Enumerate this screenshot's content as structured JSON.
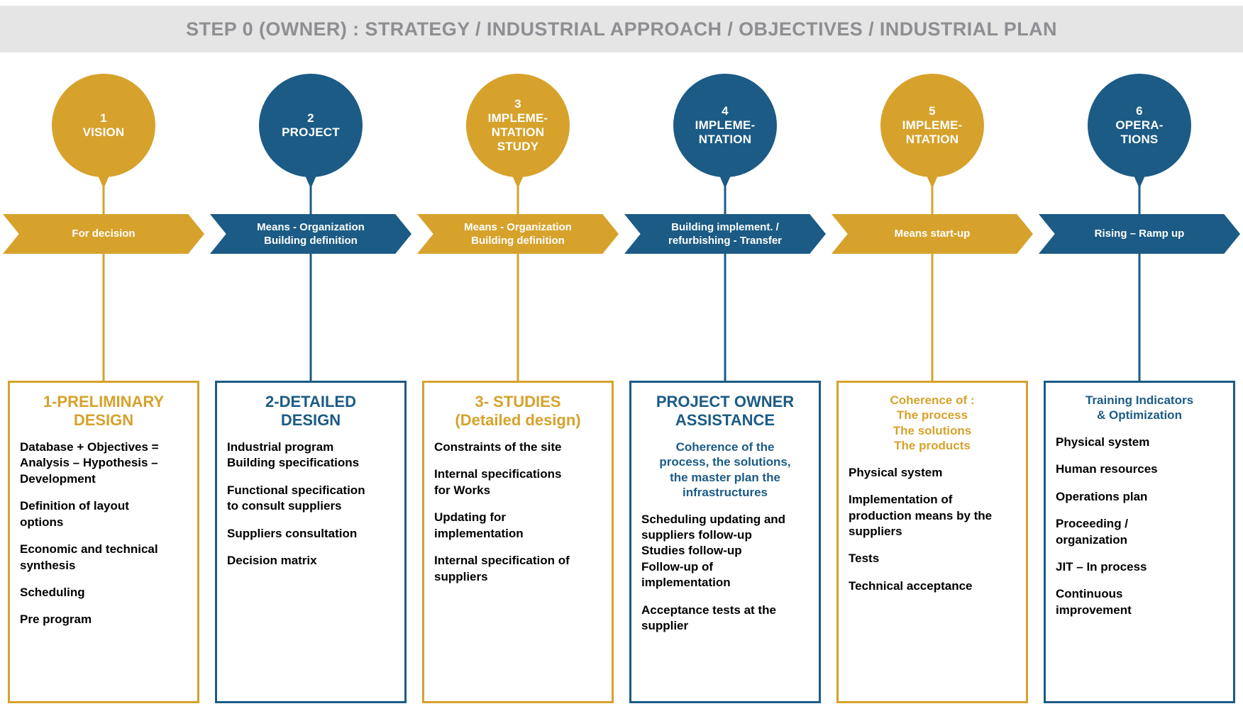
{
  "header": {
    "title": "STEP 0 (OWNER) : STRATEGY / INDUSTRIAL APPROACH / OBJECTIVES / INDUSTRIAL PLAN",
    "background_color": "#e5e5e5",
    "text_color": "#8e8e93"
  },
  "palette": {
    "gold": "#d6a22c",
    "blue": "#1b5b85",
    "text": "#000000",
    "page_background": "#ffffff"
  },
  "columns": [
    {
      "accent": "gold",
      "balloon": {
        "number": "1",
        "label": "1\nVISION"
      },
      "chevron": {
        "label": "For decision"
      },
      "box": {
        "title": "1-PRELIMINARY\nDESIGN",
        "title_color": "gold",
        "subtitle": "",
        "items": [
          "Database + Objectives =\nAnalysis – Hypothesis –\nDevelopment",
          "Definition of layout\noptions",
          "Economic and technical\nsynthesis",
          "Scheduling",
          "Pre program"
        ]
      }
    },
    {
      "accent": "blue",
      "balloon": {
        "number": "2",
        "label": "2\nPROJECT"
      },
      "chevron": {
        "label": "Means - Organization\nBuilding definition"
      },
      "box": {
        "title": "2-DETAILED\nDESIGN",
        "title_color": "blue",
        "subtitle": "",
        "items": [
          "Industrial program\nBuilding specifications",
          "Functional specification\nto consult suppliers",
          "Suppliers consultation",
          "Decision matrix"
        ]
      }
    },
    {
      "accent": "gold",
      "balloon": {
        "number": "3",
        "label": "3\nIMPLEME-\nNTATION\nSTUDY"
      },
      "chevron": {
        "label": "Means - Organization\nBuilding definition"
      },
      "box": {
        "title": "3- STUDIES\n(Detailed design)",
        "title_color": "gold",
        "subtitle": "",
        "items": [
          "Constraints of the site",
          "Internal specifications\nfor Works",
          "Updating for\nimplementation",
          "Internal specification of\nsuppliers"
        ]
      }
    },
    {
      "accent": "blue",
      "balloon": {
        "number": "4",
        "label": "4\nIMPLEME-\nNTATION"
      },
      "chevron": {
        "label": "Building implement. /\nrefurbishing - Transfer"
      },
      "box": {
        "title": "PROJECT OWNER\nASSISTANCE",
        "title_color": "blue",
        "subtitle": "Coherence of the\nprocess, the solutions,\nthe master plan the\ninfrastructures",
        "subtitle_color": "blue",
        "items": [
          "Scheduling updating and\nsuppliers follow-up\nStudies follow-up\nFollow-up of\nimplementation",
          "Acceptance tests at the\nsupplier"
        ]
      }
    },
    {
      "accent": "gold",
      "balloon": {
        "number": "5",
        "label": "5\nIMPLEME-\nNTATION"
      },
      "chevron": {
        "label": "Means start-up"
      },
      "box": {
        "title": "",
        "title_color": "gold",
        "subtitle": "Coherence of :\nThe process\nThe solutions\nThe products",
        "subtitle_color": "gold",
        "items": [
          "Physical system",
          "Implementation of\nproduction means by the\nsuppliers",
          "Tests",
          "Technical acceptance"
        ]
      }
    },
    {
      "accent": "blue",
      "balloon": {
        "number": "6",
        "label": "6\nOPERA-\nTIONS"
      },
      "chevron": {
        "label": "Rising – Ramp up"
      },
      "box": {
        "title": "",
        "title_color": "blue",
        "subtitle": "Training Indicators\n& Optimization",
        "subtitle_color": "blue",
        "items": [
          "Physical system",
          "Human resources",
          "Operations plan",
          "Proceeding /\norganization",
          "JIT – In process",
          "Continuous\nimprovement"
        ]
      }
    }
  ]
}
